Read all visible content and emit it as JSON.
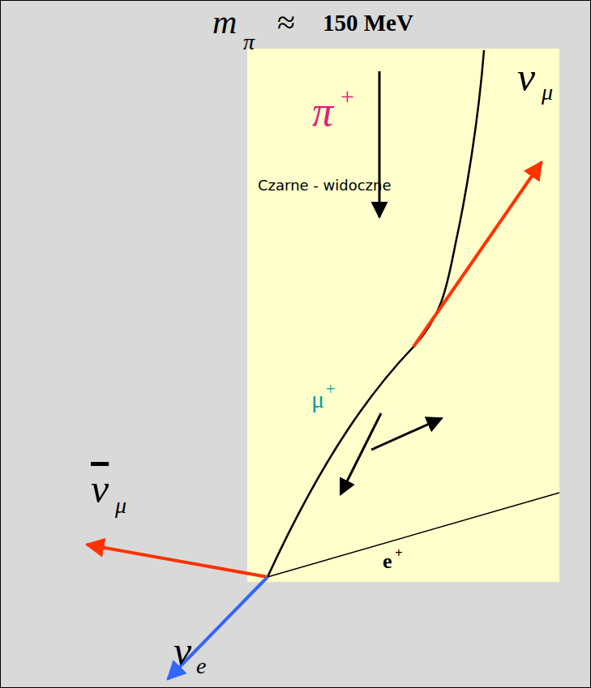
{
  "diagram": {
    "labels": [
      "m",
      "π",
      "≈",
      "150 MeV",
      "π",
      "+",
      "Czarne - widoczne",
      "ν",
      "μ",
      "μ",
      "+",
      "ν",
      "μ",
      "e",
      "+",
      "ν",
      "e"
    ]
  }
}
